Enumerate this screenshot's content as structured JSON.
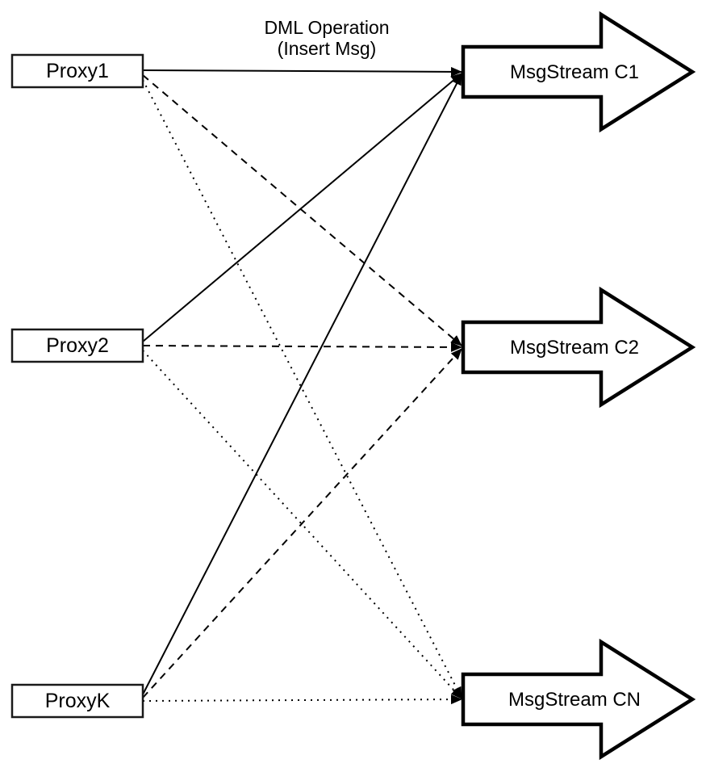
{
  "title_label": {
    "line1": "DML Operation",
    "line2": "(Insert Msg)"
  },
  "proxies": [
    {
      "label": "Proxy1"
    },
    {
      "label": "Proxy2"
    },
    {
      "label": "ProxyK"
    }
  ],
  "streams": [
    {
      "label": "MsgStream C1"
    },
    {
      "label": "MsgStream C2"
    },
    {
      "label": "MsgStream CN"
    }
  ],
  "edges": [
    {
      "from": "Proxy1",
      "to": "MsgStream C1",
      "style": "solid"
    },
    {
      "from": "Proxy1",
      "to": "MsgStream C2",
      "style": "dashed"
    },
    {
      "from": "Proxy1",
      "to": "MsgStream CN",
      "style": "dotted"
    },
    {
      "from": "Proxy2",
      "to": "MsgStream C1",
      "style": "solid"
    },
    {
      "from": "Proxy2",
      "to": "MsgStream C2",
      "style": "dashed"
    },
    {
      "from": "Proxy2",
      "to": "MsgStream CN",
      "style": "dotted"
    },
    {
      "from": "ProxyK",
      "to": "MsgStream C1",
      "style": "solid"
    },
    {
      "from": "ProxyK",
      "to": "MsgStream C2",
      "style": "dashed"
    },
    {
      "from": "ProxyK",
      "to": "MsgStream CN",
      "style": "dotted"
    }
  ],
  "colors": {
    "stroke": "#000000",
    "fill": "#ffffff"
  }
}
